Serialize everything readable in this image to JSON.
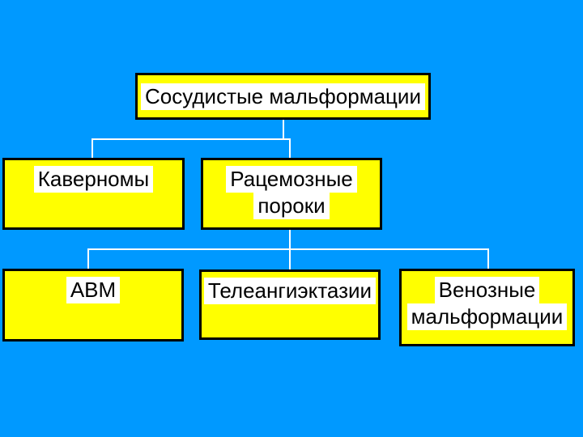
{
  "colors": {
    "background": "#0099FF",
    "box_fill": "#FFFF00",
    "box_border": "#000000",
    "connector": "#FFFFFF",
    "text_highlight": "#FFFFFF",
    "text": "#000000"
  },
  "diagram": {
    "type": "hierarchy",
    "nodes": {
      "root": {
        "lines": [
          "Сосудистые мальформации"
        ]
      },
      "cavernomas": {
        "lines": [
          "Каверномы"
        ]
      },
      "racemose": {
        "lines": [
          "Рацемозные",
          "пороки"
        ]
      },
      "avm": {
        "lines": [
          "АВМ"
        ]
      },
      "telangiect": {
        "lines": [
          "Телеангиэктазии"
        ]
      },
      "venous": {
        "lines": [
          "Венозные",
          "мальформации"
        ]
      }
    },
    "edges": [
      {
        "from": "root",
        "to": "cavernomas"
      },
      {
        "from": "root",
        "to": "racemose"
      },
      {
        "from": "racemose",
        "to": "avm"
      },
      {
        "from": "racemose",
        "to": "telangiect"
      },
      {
        "from": "racemose",
        "to": "venous"
      }
    ]
  }
}
